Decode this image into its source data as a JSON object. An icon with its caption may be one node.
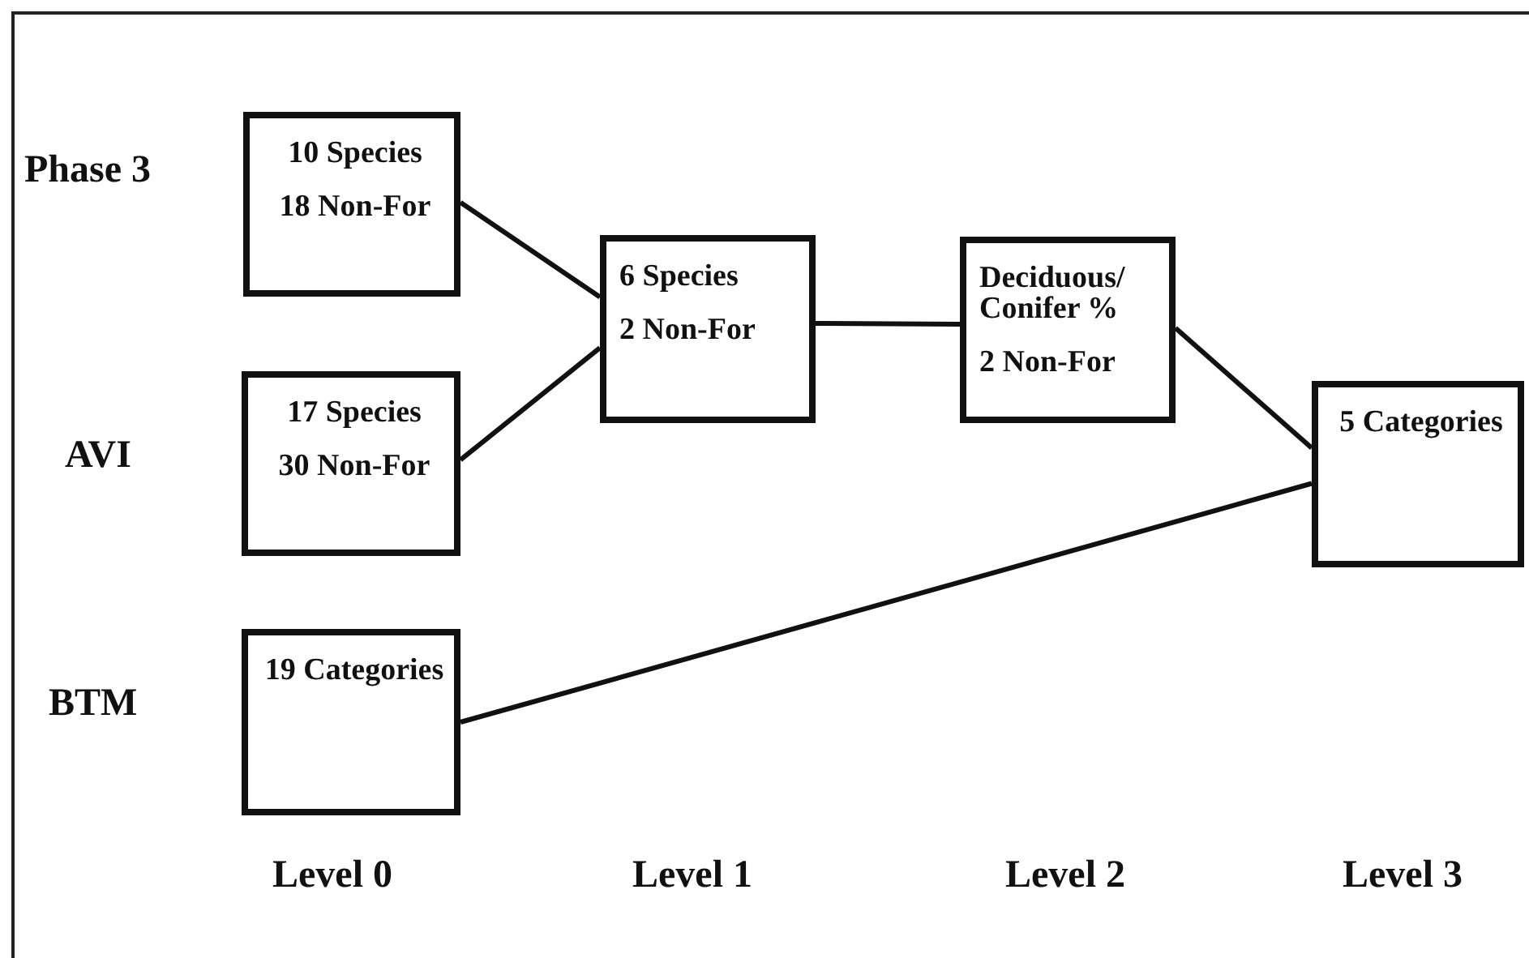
{
  "diagram": {
    "nodes": [
      {
        "text": [
          "10 Species",
          "18 Non-For"
        ]
      },
      {
        "text": [
          "17 Species",
          "30 Non-For"
        ]
      },
      {
        "text": [
          "19 Categories"
        ]
      },
      {
        "text": [
          "6 Species",
          "2 Non-For"
        ]
      },
      {
        "text": [
          "Deciduous/ Conifer %",
          "2 Non-For"
        ]
      },
      {
        "text": [
          "5 Categories"
        ]
      }
    ],
    "edges": [
      {
        "from": 0,
        "to": 3,
        "arrow": "none"
      },
      {
        "from": 1,
        "to": 3,
        "arrow": "none"
      },
      {
        "from": 3,
        "to": 4,
        "arrow": "none"
      },
      {
        "from": 4,
        "to": 5,
        "arrow": "none"
      },
      {
        "from": 2,
        "to": 5,
        "arrow": "none"
      }
    ],
    "labels": [
      "Phase 3",
      "AVI",
      "BTM",
      "Level 0",
      "Level 1",
      "Level 2",
      "Level 3"
    ]
  }
}
